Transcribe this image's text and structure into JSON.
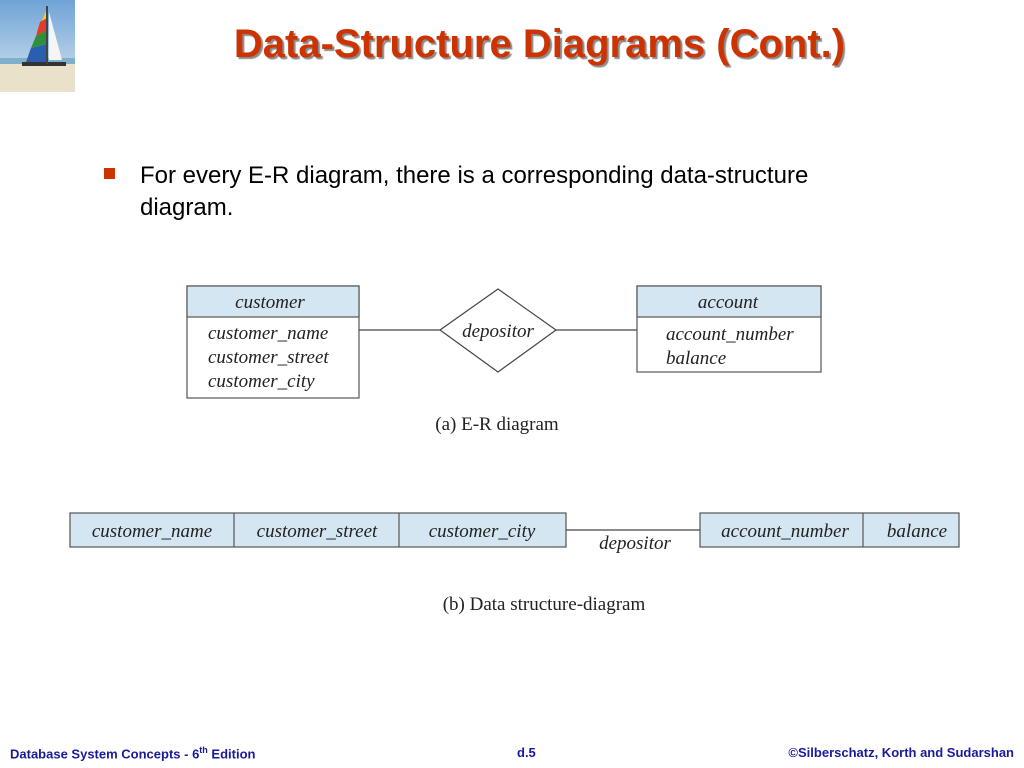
{
  "slide": {
    "title": "Data-Structure Diagrams (Cont.)",
    "bullet": "For every E-R diagram, there is a corresponding data-structure diagram."
  },
  "er_diagram": {
    "entity_left": {
      "name": "customer",
      "attributes": [
        "customer_name",
        "customer_street",
        "customer_city"
      ]
    },
    "relationship": "depositor",
    "entity_right": {
      "name": "account",
      "attributes": [
        "account_number",
        "balance"
      ]
    },
    "caption": "(a) E-R diagram"
  },
  "ds_diagram": {
    "left_record": [
      "customer_name",
      "customer_street",
      "customer_city"
    ],
    "link_label": "depositor",
    "right_record": [
      "account_number",
      "balance"
    ],
    "caption": "(b) Data structure-diagram"
  },
  "footer": {
    "left_prefix": "Database System Concepts - 6",
    "left_sup": "th",
    "left_suffix": " Edition",
    "center": "d.5",
    "right": "©Silberschatz, Korth and Sudarshan"
  },
  "colors": {
    "title": "#cc3300",
    "bullet": "#cc3300",
    "box_header": "#d4e6f2",
    "footer": "#1a1a99"
  }
}
